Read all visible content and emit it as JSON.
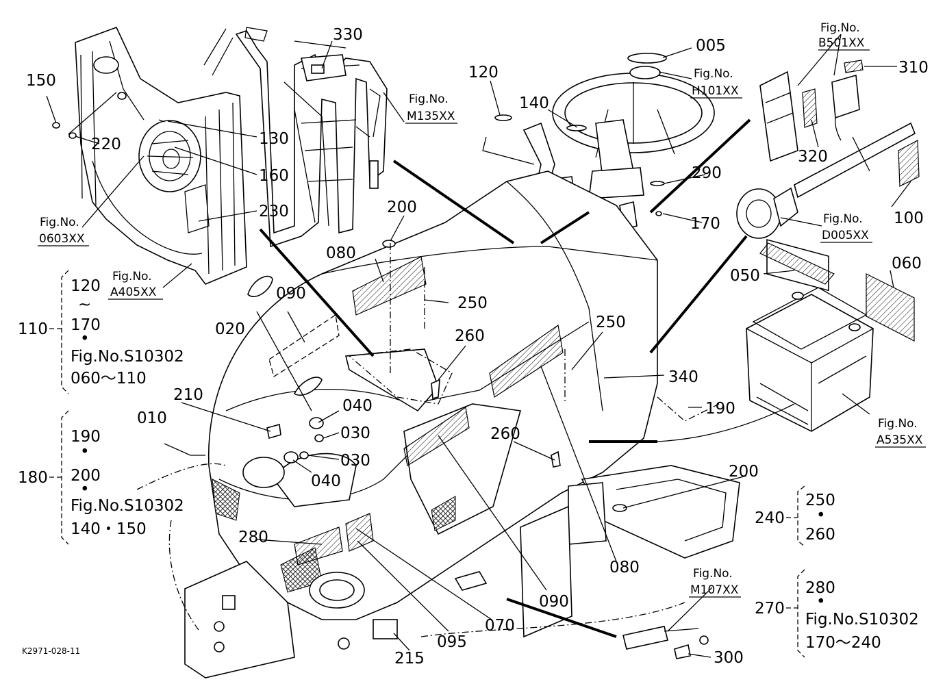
{
  "drawing_code": "K2971-028-11",
  "parts": {
    "p005": "005",
    "p010": "010",
    "p020": "020",
    "p030a": "030",
    "p030b": "030",
    "p040a": "040",
    "p040b": "040",
    "p050": "050",
    "p060": "060",
    "p070": "070",
    "p080a": "080",
    "p080b": "080",
    "p090a": "090",
    "p090b": "090",
    "p095": "095",
    "p100": "100",
    "p120": "120",
    "p130": "130",
    "p140": "140",
    "p150": "150",
    "p160": "160",
    "p170": "170",
    "p190": "190",
    "p200a": "200",
    "p200b": "200",
    "p210": "210",
    "p215": "215",
    "p220": "220",
    "p230": "230",
    "p250a": "250",
    "p250b": "250",
    "p260a": "260",
    "p260b": "260",
    "p280": "280",
    "p290": "290",
    "p300": "300",
    "p310": "310",
    "p320": "320",
    "p330": "330",
    "p340": "340"
  },
  "figure_refs": {
    "b501": {
      "label": "Fig.No.",
      "code": "B501XX"
    },
    "h101": {
      "label": "Fig.No.",
      "code": "H101XX"
    },
    "m135": {
      "label": "Fig.No.",
      "code": "M135XX"
    },
    "f0603": {
      "label": "Fig.No.",
      "code": "0603XX"
    },
    "a405": {
      "label": "Fig.No.",
      "code": "A405XX"
    },
    "d005": {
      "label": "Fig.No.",
      "code": "D005XX"
    },
    "a535": {
      "label": "Fig.No.",
      "code": "A535XX"
    },
    "m107": {
      "label": "Fig.No.",
      "code": "M107XX"
    }
  },
  "groups": {
    "g110": {
      "id": "110",
      "lines": [
        "120",
        "~",
        "170",
        "•",
        "Fig.No.S10302",
        "060～110"
      ]
    },
    "g180": {
      "id": "180",
      "lines": [
        "190",
        "•",
        "200",
        "•",
        "Fig.No.S10302",
        "140・150"
      ]
    },
    "g240": {
      "id": "240",
      "lines": [
        "250",
        "•",
        "260"
      ]
    },
    "g270": {
      "id": "270",
      "lines": [
        "280",
        "•",
        "Fig.No.S10302",
        "170～240"
      ]
    }
  },
  "colors": {
    "ink": "#000000",
    "paper": "#ffffff"
  }
}
